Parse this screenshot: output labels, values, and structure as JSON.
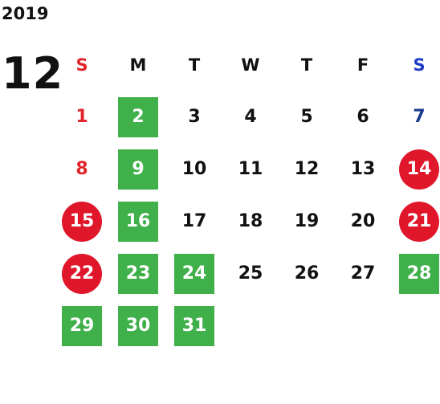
{
  "calendar": {
    "year": "2019",
    "month": "12",
    "colors": {
      "sunday": "#e0242c",
      "saturday": "#1a3c8c",
      "saturday_header": "#1e3cc8",
      "weekday": "#111111",
      "green_highlight": "#3fb04a",
      "red_circle": "#e0162b"
    },
    "weekdays": [
      {
        "label": "S",
        "type": "sunday"
      },
      {
        "label": "M",
        "type": "weekday"
      },
      {
        "label": "T",
        "type": "weekday"
      },
      {
        "label": "W",
        "type": "weekday"
      },
      {
        "label": "T",
        "type": "weekday"
      },
      {
        "label": "F",
        "type": "weekday"
      },
      {
        "label": "S",
        "type": "saturday"
      }
    ],
    "days": [
      {
        "day": "1",
        "style": "sunday"
      },
      {
        "day": "2",
        "style": "green"
      },
      {
        "day": "3",
        "style": "plain"
      },
      {
        "day": "4",
        "style": "plain"
      },
      {
        "day": "5",
        "style": "plain"
      },
      {
        "day": "6",
        "style": "plain"
      },
      {
        "day": "7",
        "style": "saturday"
      },
      {
        "day": "8",
        "style": "sunday"
      },
      {
        "day": "9",
        "style": "green"
      },
      {
        "day": "10",
        "style": "plain"
      },
      {
        "day": "11",
        "style": "plain"
      },
      {
        "day": "12",
        "style": "plain"
      },
      {
        "day": "13",
        "style": "plain"
      },
      {
        "day": "14",
        "style": "circle"
      },
      {
        "day": "15",
        "style": "circle"
      },
      {
        "day": "16",
        "style": "green"
      },
      {
        "day": "17",
        "style": "plain"
      },
      {
        "day": "18",
        "style": "plain"
      },
      {
        "day": "19",
        "style": "plain"
      },
      {
        "day": "20",
        "style": "plain"
      },
      {
        "day": "21",
        "style": "circle"
      },
      {
        "day": "22",
        "style": "circle"
      },
      {
        "day": "23",
        "style": "green"
      },
      {
        "day": "24",
        "style": "green"
      },
      {
        "day": "25",
        "style": "plain"
      },
      {
        "day": "26",
        "style": "plain"
      },
      {
        "day": "27",
        "style": "plain"
      },
      {
        "day": "28",
        "style": "green"
      },
      {
        "day": "29",
        "style": "green"
      },
      {
        "day": "30",
        "style": "green"
      },
      {
        "day": "31",
        "style": "green"
      }
    ]
  }
}
